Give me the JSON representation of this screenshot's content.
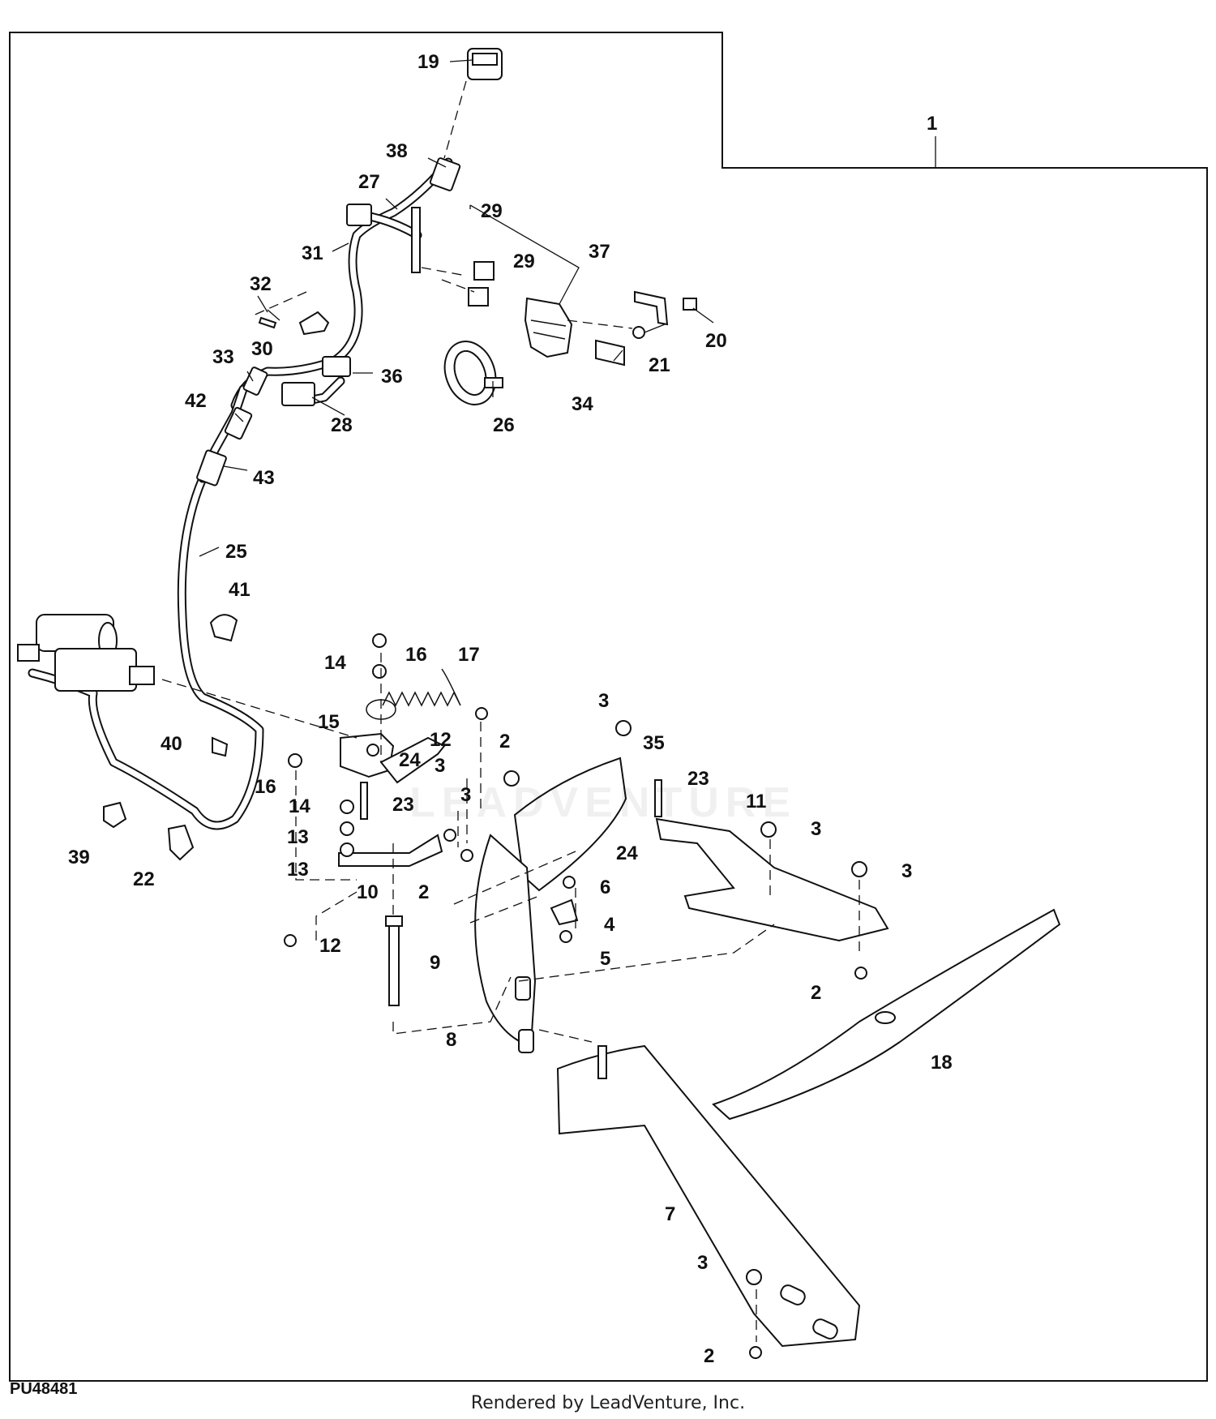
{
  "figure_id": "PU48481",
  "render_credit": "Rendered by LeadVenture, Inc.",
  "watermark_text": "LEADVENTURE",
  "callouts": [
    "1",
    "2",
    "3",
    "4",
    "5",
    "6",
    "7",
    "8",
    "9",
    "10",
    "11",
    "12",
    "13",
    "14",
    "15",
    "16",
    "17",
    "18",
    "19",
    "20",
    "21",
    "22",
    "23",
    "24",
    "25",
    "26",
    "27",
    "28",
    "29",
    "30",
    "31",
    "32",
    "33",
    "34",
    "35",
    "36",
    "37",
    "38",
    "39",
    "40",
    "41",
    "42",
    "43"
  ]
}
